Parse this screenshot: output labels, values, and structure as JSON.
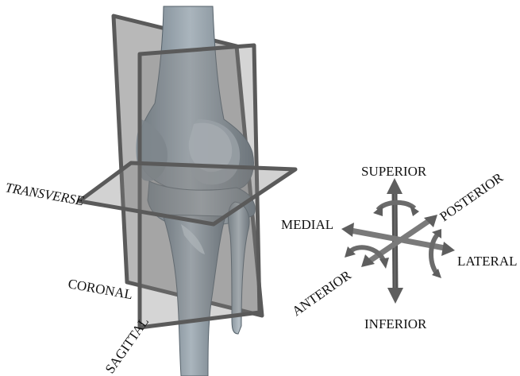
{
  "planes": {
    "transverse": "TRANSVERSE",
    "coronal": "CORONAL",
    "sagittal": "SAGITTAL"
  },
  "directions": {
    "superior": "SUPERIOR",
    "inferior": "INFERIOR",
    "medial": "MEDIAL",
    "lateral": "LATERAL",
    "anterior": "ANTERIOR",
    "posterior": "POSTERIOR"
  },
  "colors": {
    "bone_fill": "#8c99a3",
    "bone_shade": "#5f6b74",
    "bone_highlight": "#c9d2d8",
    "plane_frame": "#5a5a5a",
    "plane_fill": "#7d7d7d",
    "arrow": "#6b6b6b"
  }
}
